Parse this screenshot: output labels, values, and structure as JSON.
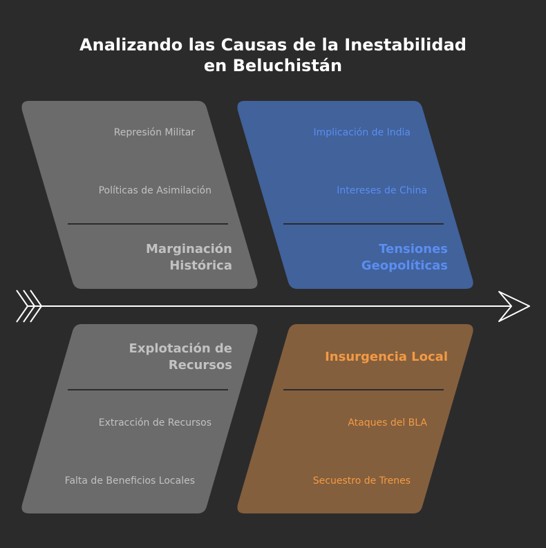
{
  "title": {
    "line1": "Analizando las Causas de la Inestabilidad",
    "line2": "en Beluchistán"
  },
  "colors": {
    "background": "#2b2b2b",
    "gray_panel": "#6b6b6b",
    "gray_text": "#c2c2c2",
    "blue_panel": "#41629b",
    "blue_text": "#5b8ef0",
    "orange_panel": "#835f3d",
    "orange_text": "#f39a45",
    "spine": "#ffffff"
  },
  "categories": {
    "historical": {
      "title_line1": "Marginación",
      "title_line2": "Histórica",
      "causes": [
        "Represión Militar",
        "Políticas de Asimilación"
      ]
    },
    "geopolitical": {
      "title_line1": "Tensiones",
      "title_line2": "Geopolíticas",
      "causes": [
        "Implicación de India",
        "Intereses de China"
      ]
    },
    "resources": {
      "title_line1": "Explotación de",
      "title_line2": "Recursos",
      "causes": [
        "Extracción de Recursos",
        "Falta de Beneficios Locales"
      ]
    },
    "insurgency": {
      "title_line1": "Insurgencia Local",
      "title_line2": "",
      "causes": [
        "Ataques del BLA",
        "Secuestro de Trenes"
      ]
    }
  }
}
